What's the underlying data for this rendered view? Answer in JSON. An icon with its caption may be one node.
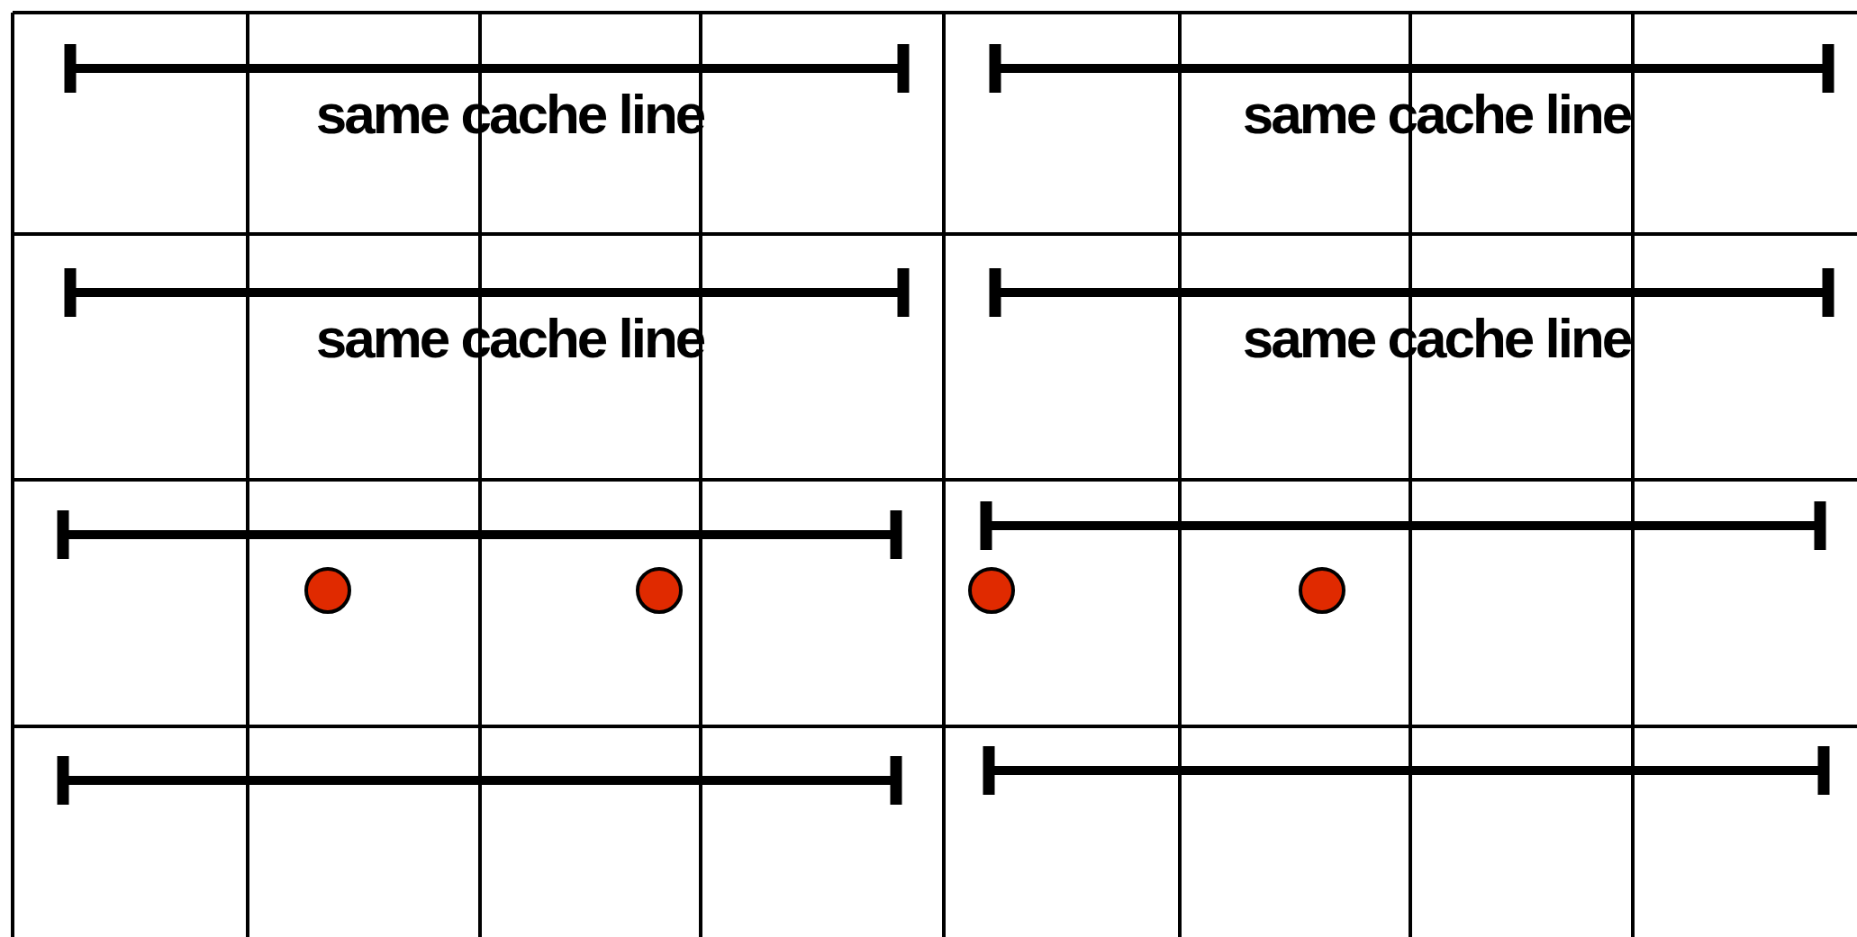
{
  "diagram": {
    "labels": [
      "same cache line",
      "same cache line",
      "same cache line",
      "same cache line"
    ]
  }
}
